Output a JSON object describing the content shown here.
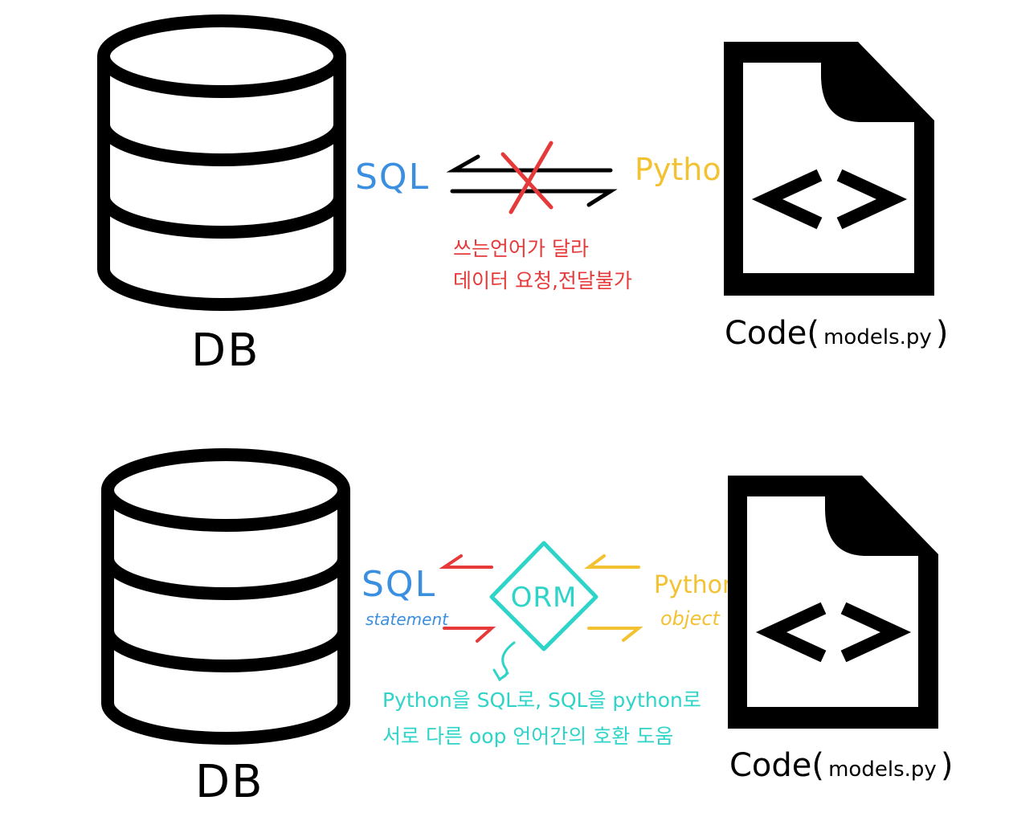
{
  "colors": {
    "ink": "#000000",
    "sql": "#3b8fe0",
    "python": "#f2c232",
    "conflict": "#e63a3a",
    "orm": "#2fd4c8"
  },
  "top": {
    "db_label": "DB",
    "sql_label": "SQL",
    "python_label": "Python",
    "code_label": "Code(",
    "code_file": "models.py",
    "code_close": ")",
    "code_glyph": "< >",
    "note_line1": "쓰는언어가 달라",
    "note_line2": "데이터 요청,전달불가"
  },
  "bottom": {
    "db_label": "DB",
    "sql_label": "SQL",
    "sql_sub": "statement",
    "python_label": "Python",
    "python_sub": "object",
    "orm_label": "ORM",
    "code_label": "Code(",
    "code_file": "models.py",
    "code_close": ")",
    "code_glyph": "< >",
    "note_line1": "Python을 SQL로, SQL을 python로",
    "note_line2": "서로 다른 oop 언어간의 호환 도움"
  }
}
